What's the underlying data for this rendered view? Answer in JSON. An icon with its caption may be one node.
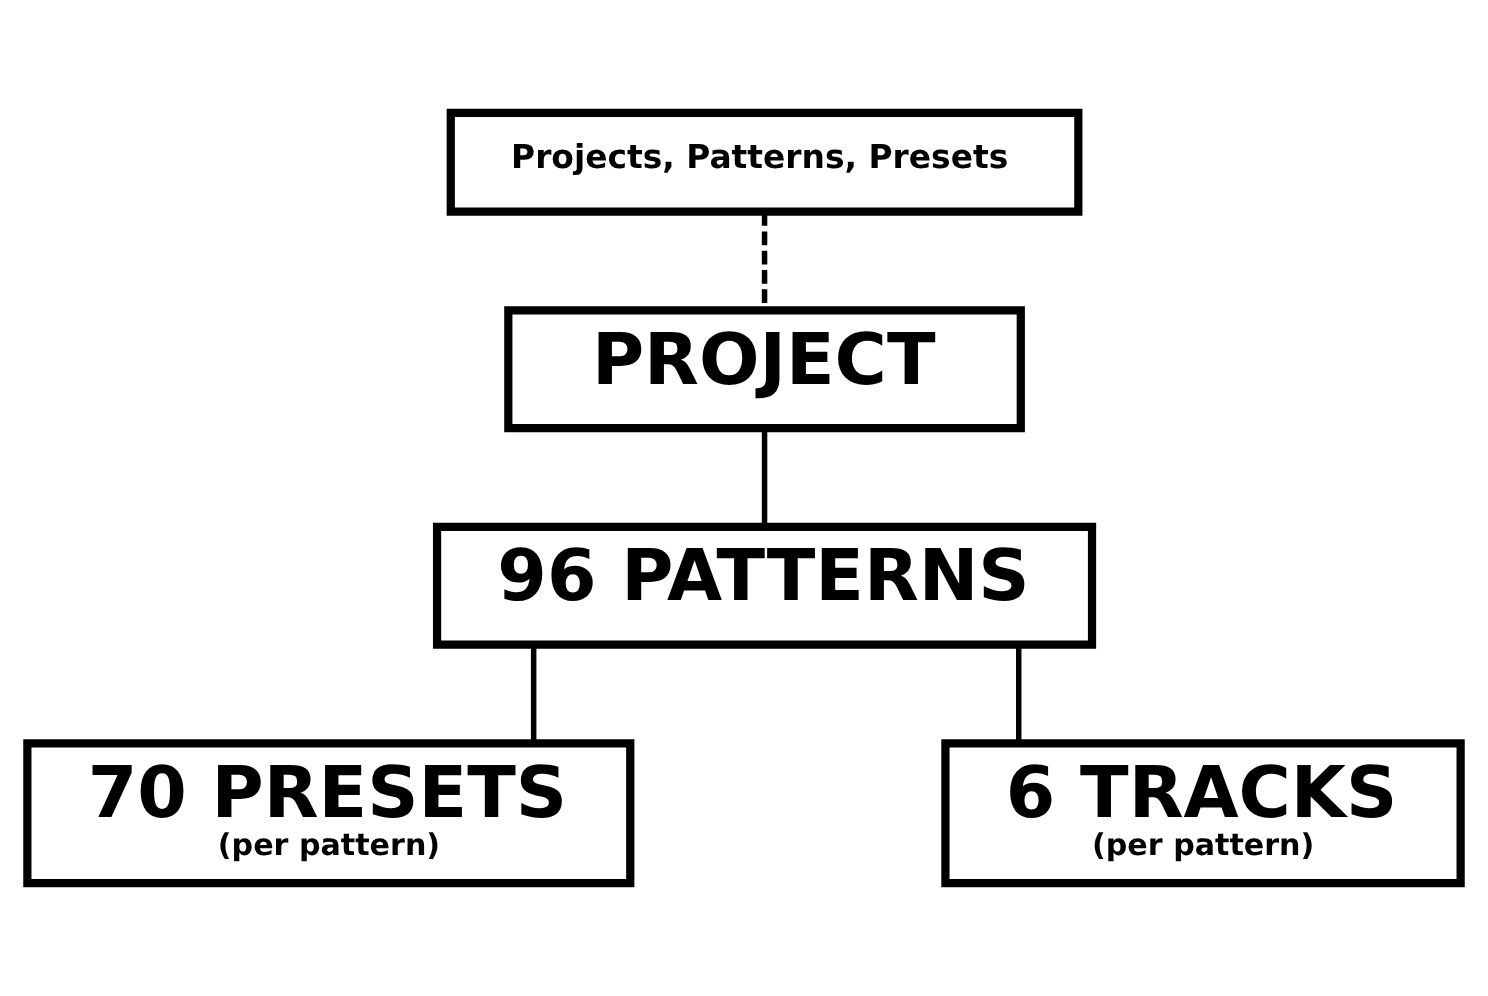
{
  "diagram": {
    "nodes": [
      {
        "text": [
          "Projects, Patterns, Presets"
        ]
      },
      {
        "text": [
          "PROJECT"
        ]
      },
      {
        "text": [
          "96 PATTERNS"
        ]
      },
      {
        "text": [
          "70 PRESETS",
          "(per pattern)"
        ]
      },
      {
        "text": [
          "6 TRACKS",
          "(per pattern)"
        ]
      }
    ],
    "edges": [
      {
        "from": 0,
        "to": 1,
        "arrow": "none",
        "style": "dashed"
      },
      {
        "from": 1,
        "to": 2,
        "arrow": "none"
      },
      {
        "from": 2,
        "to": 3,
        "arrow": "none"
      },
      {
        "from": 2,
        "to": 4,
        "arrow": "none"
      }
    ]
  }
}
